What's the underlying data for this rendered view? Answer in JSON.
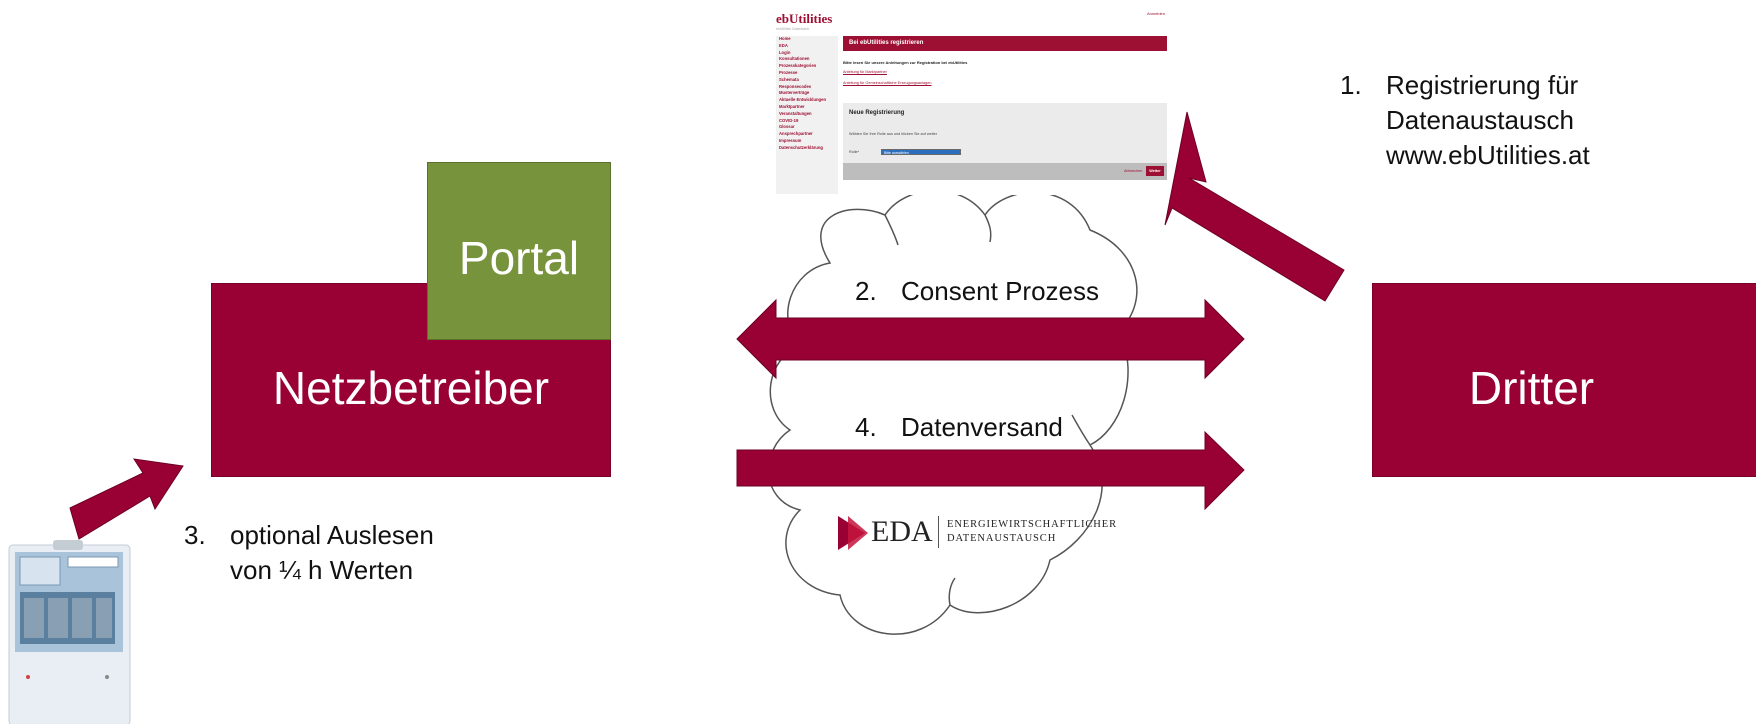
{
  "nodes": {
    "portal": "Portal",
    "network_operator": "Netzbetreiber",
    "third_party": "Dritter"
  },
  "steps": {
    "step1": {
      "num": "1.",
      "lines": [
        "Registrierung für",
        "Datenaustausch",
        "www.ebUtilities.at"
      ]
    },
    "step2": {
      "num": "2.",
      "text": "Consent Prozess"
    },
    "step3": {
      "num": "3.",
      "lines": [
        "optional Auslesen",
        "von ¼ h Werten"
      ]
    },
    "step4": {
      "num": "4.",
      "text": "Datenversand"
    }
  },
  "eda_logo": {
    "mark": "EDA",
    "line1": "ENERGIEWIRTSCHAFTLICHER",
    "line2": "DATENAUSTAUSCH"
  },
  "website": {
    "logo": "ebUtilities",
    "tagline": "ebUtilities Datenbank",
    "admin_link": "Anmelden",
    "sidebar": [
      "Home",
      "EDA",
      "Login",
      "Konsultationen",
      "Prozesskategorien",
      "Prozesse",
      "Schemata",
      "Responsecodes",
      "Musterverträge",
      "Aktuelle Entwicklungen",
      "Marktpartner",
      "Veranstaltungen",
      "COVID-19",
      "Glossar",
      "Ansprechpartner",
      "Impressum",
      "Datenschutzerklärung"
    ],
    "header": "Bei ebUtilities registrieren",
    "intro": "Bitte lesen Sie unsere Anleitungen zur Registration bei ebUtilities",
    "link1": "Anleitung für Marktpartner",
    "link2": "Anleitung für Gemeinschaftliche Erzeugungsanlagen",
    "panel_title": "Neue Registrierung",
    "panel_instructions": "Wählen Sie Ihre Rolle aus und klicken Sie auf weiter",
    "role_label": "Rolle*",
    "role_value": "Bitte auswählen",
    "cancel": "Abbrechen",
    "next": "Weiter"
  },
  "colors": {
    "primary": "#990033",
    "portal": "#77933c",
    "cloud_stroke": "#555555"
  }
}
